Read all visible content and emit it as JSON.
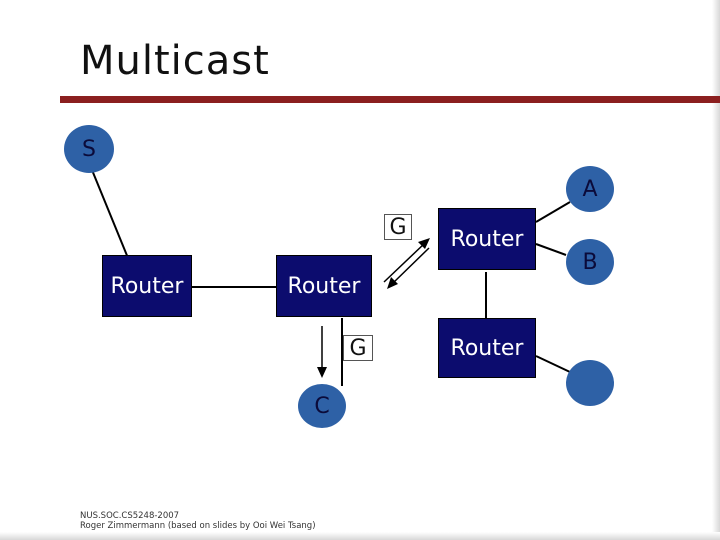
{
  "slide": {
    "title": "Multicast",
    "footer_line1": "NUS.SOC.CS5248-2007",
    "footer_line2": "Roger Zimmermann (based on slides by Ooi Wei Tsang)"
  },
  "diagram": {
    "nodes": {
      "source": "S",
      "host_a": "A",
      "host_b": "B",
      "host_c": "C",
      "host_unlabeled": ""
    },
    "routers": {
      "left": "Router",
      "middle": "Router",
      "top_right": "Router",
      "bottom_right": "Router"
    },
    "group_tags": {
      "upper": "G",
      "lower": "G"
    }
  },
  "colors": {
    "router_fill": "#0c0c6e",
    "host_fill": "#2e61a6",
    "title_rule": "#8b1f1f"
  }
}
